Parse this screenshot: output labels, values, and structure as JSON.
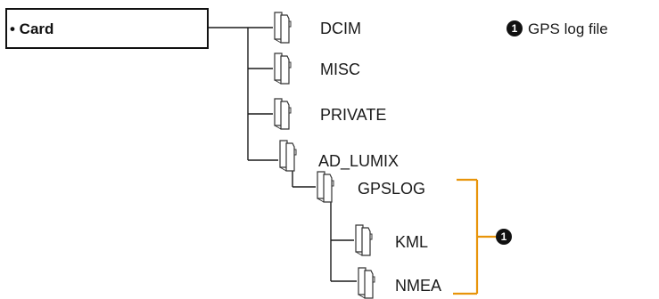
{
  "card": {
    "label": "• Card"
  },
  "folders": [
    {
      "id": "dcim",
      "label": "DCIM"
    },
    {
      "id": "misc",
      "label": "MISC"
    },
    {
      "id": "private",
      "label": "PRIVATE"
    },
    {
      "id": "ad_lumix",
      "label": "AD_LUMIX"
    },
    {
      "id": "gpslog",
      "label": "GPSLOG"
    },
    {
      "id": "kml",
      "label": "KML"
    },
    {
      "id": "nmea",
      "label": "NMEA"
    }
  ],
  "callout": {
    "number": "1",
    "text": "GPS log file"
  },
  "colors": {
    "bracket": "#E8940A",
    "line": "#1a1a1a"
  },
  "icons": {
    "folder": "folder-icon",
    "marker": "numbered-circle-icon"
  }
}
